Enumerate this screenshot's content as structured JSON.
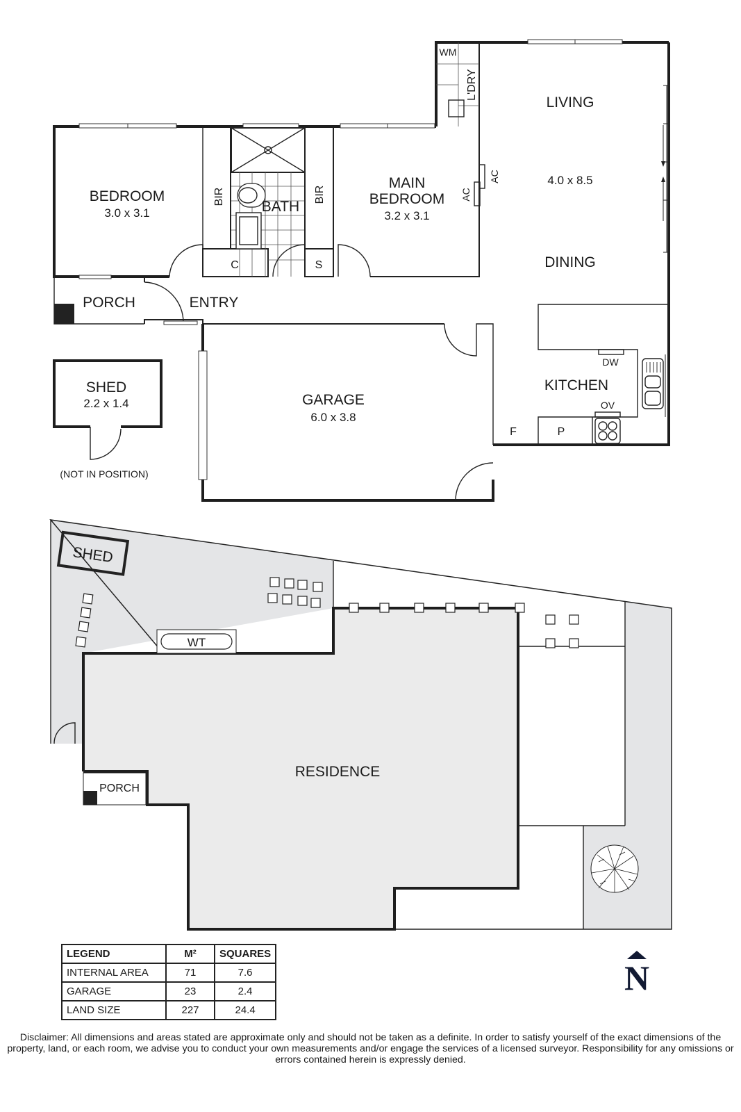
{
  "floor_plan": {
    "rooms": {
      "bedroom": {
        "name": "BEDROOM",
        "dims": "3.0 x 3.1"
      },
      "main_bedroom": {
        "name_line1": "MAIN",
        "name_line2": "BEDROOM",
        "dims": "3.2 x 3.1"
      },
      "living": {
        "name": "LIVING",
        "dims": "4.0 x 8.5"
      },
      "dining": {
        "name": "DINING"
      },
      "kitchen": {
        "name": "KITCHEN"
      },
      "garage": {
        "name": "GARAGE",
        "dims": "6.0 x 3.8"
      },
      "shed": {
        "name": "SHED",
        "dims": "2.2 x 1.4",
        "note": "(NOT IN POSITION)"
      },
      "porch": {
        "name": "PORCH"
      },
      "entry": {
        "name": "ENTRY"
      },
      "bath": {
        "name": "BATH"
      },
      "laundry": {
        "name": "L'DRY"
      }
    },
    "fixtures": {
      "bir_left": "BIR",
      "bir_right": "BIR",
      "cupboard": "C",
      "store": "S",
      "washing_machine": "WM",
      "ac_1": "AC",
      "ac_2": "AC",
      "dishwasher": "DW",
      "oven": "OV",
      "fridge": "F",
      "pantry": "P"
    }
  },
  "site_plan": {
    "residence": "RESIDENCE",
    "shed": "SHED",
    "water_tank": "WT",
    "porch": "PORCH"
  },
  "legend": {
    "headers": [
      "LEGEND",
      "M²",
      "SQUARES"
    ],
    "rows": [
      {
        "label": "INTERNAL AREA",
        "m2": "71",
        "squares": "7.6"
      },
      {
        "label": "GARAGE",
        "m2": "23",
        "squares": "2.4"
      },
      {
        "label": "LAND SIZE",
        "m2": "227",
        "squares": "24.4"
      }
    ]
  },
  "compass": {
    "label": "N"
  },
  "disclaimer": "Disclaimer: All dimensions and areas stated are approximate only and should not be taken as a definite. In order to satisfy yourself of the exact dimensions of the property, land, or each room, we advise you to conduct your own measurements and/or engage the services of a licensed surveyor. Responsibility for any omissions or errors contained herein is expressly denied.",
  "colors": {
    "wall": "#1e1e1e",
    "yard_fill": "#e4e5e7",
    "residence_fill": "#ebebeb",
    "compass": "#121a33"
  }
}
